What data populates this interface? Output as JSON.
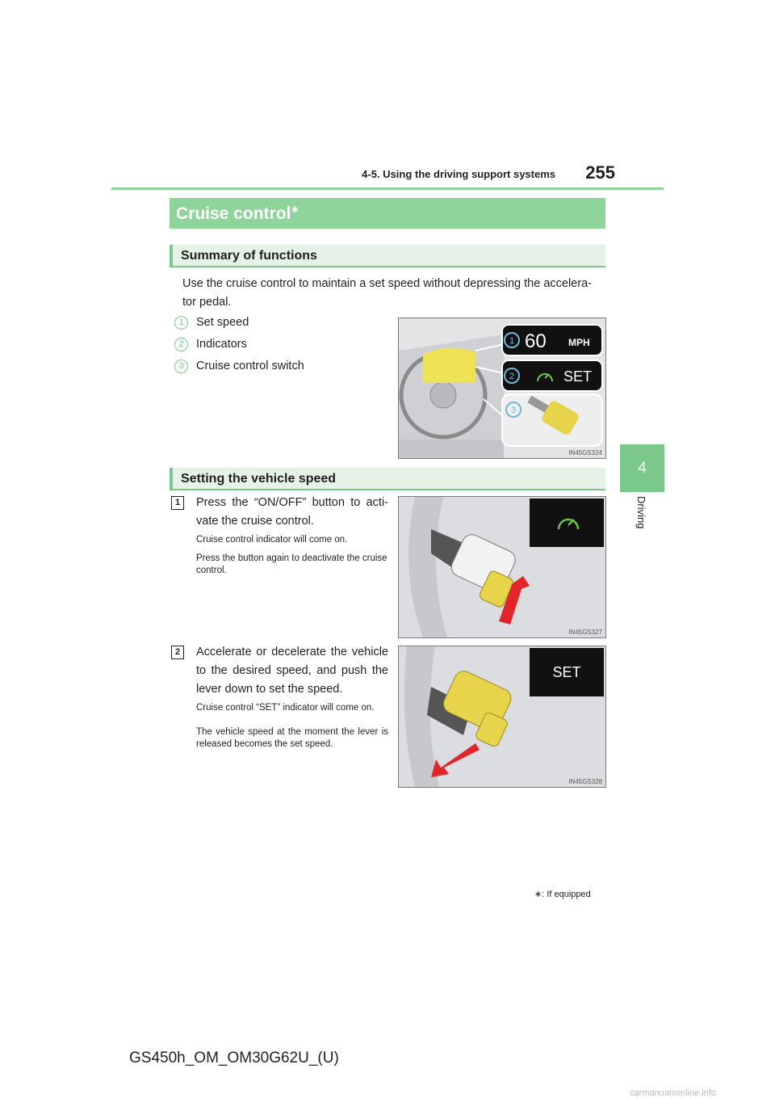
{
  "header": {
    "section": "4-5. Using the driving support systems",
    "page_number": "255"
  },
  "side_tab": {
    "chapter_number": "4",
    "chapter_name": "Driving"
  },
  "title": {
    "text": "Cruise control",
    "mark": "∗"
  },
  "summary": {
    "heading": "Summary of functions",
    "intro": "Use the cruise control to maintain a set speed without depressing the accelera- tor pedal.",
    "items": [
      {
        "num": "1",
        "label": "Set speed"
      },
      {
        "num": "2",
        "label": "Indicators"
      },
      {
        "num": "3",
        "label": "Cruise control switch"
      }
    ],
    "figure": {
      "speed_value": "60",
      "speed_unit": "MPH",
      "set_text": "SET",
      "code": "IN45GS324",
      "callouts": [
        "1",
        "2",
        "3"
      ]
    }
  },
  "setting": {
    "heading": "Setting the vehicle speed",
    "steps": [
      {
        "num": "1",
        "text": "Press the “ON/OFF” button to acti- vate the cruise control.",
        "notes": [
          "Cruise control indicator will come on.",
          "Press the button again to deactivate the cruise control."
        ],
        "figure_code": "IN45GS327"
      },
      {
        "num": "2",
        "text": "Accelerate or decelerate the vehicle to the desired speed, and push the lever down to set the speed.",
        "notes": [
          "Cruise control “SET” indicator will come on.",
          "The vehicle speed at the moment the lever is released becomes the set speed."
        ],
        "figure_code": "IN45GS328",
        "set_text": "SET"
      }
    ]
  },
  "footnote": {
    "mark": "∗",
    "text": ": If equipped"
  },
  "footer": {
    "doc_code": "GS450h_OM_OM30G62U_(U)"
  },
  "watermark": "carmanualsonline.info",
  "colors": {
    "accent_green": "#8fd49a",
    "tab_green": "#7ac98b",
    "lever_yellow": "#e8d44a",
    "arrow_red": "#e0262b"
  }
}
